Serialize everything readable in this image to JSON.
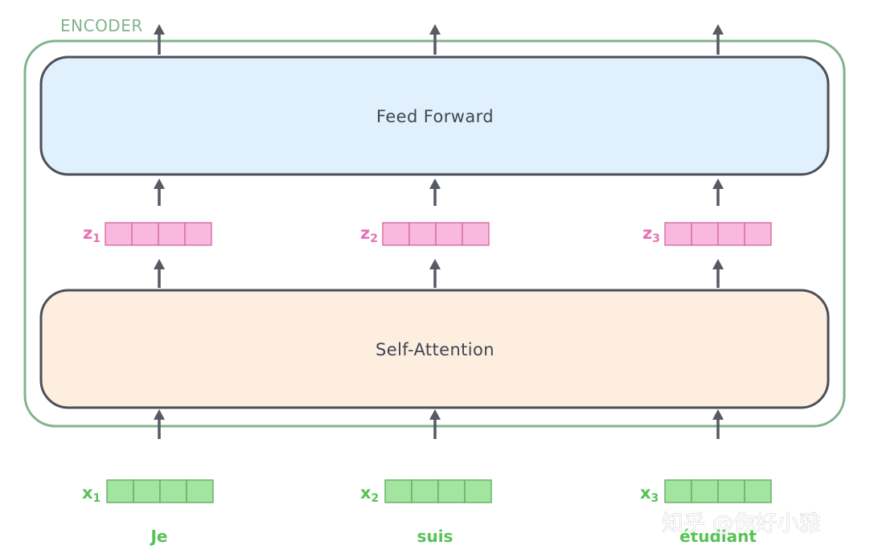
{
  "encoder": {
    "label": "ENCODER"
  },
  "feed_forward": {
    "label": "Feed Forward"
  },
  "self_attention": {
    "label": "Self-Attention"
  },
  "outputs": [
    {
      "var": "z",
      "sub": "1",
      "cells": 4
    },
    {
      "var": "z",
      "sub": "2",
      "cells": 4
    },
    {
      "var": "z",
      "sub": "3",
      "cells": 4
    }
  ],
  "inputs": [
    {
      "var": "x",
      "sub": "1",
      "cells": 4,
      "word": "Je"
    },
    {
      "var": "x",
      "sub": "2",
      "cells": 4,
      "word": "suis"
    },
    {
      "var": "x",
      "sub": "3",
      "cells": 4,
      "word": "étudiant"
    }
  ],
  "watermark": {
    "text": "知乎 @你好小雅"
  },
  "colors": {
    "encoder_border": "#82b38d",
    "feed_forward_fill": "#e1f0fd",
    "self_attention_fill": "#fdeee0",
    "box_border": "#4b5059",
    "z_vector_fill": "#f9b8dd",
    "z_vector_stroke": "#d5659f",
    "z_label": "#e672b6",
    "x_vector_fill": "#a3e4a0",
    "x_vector_stroke": "#5bab5a",
    "x_label": "#58c257",
    "word_label": "#58c257"
  }
}
